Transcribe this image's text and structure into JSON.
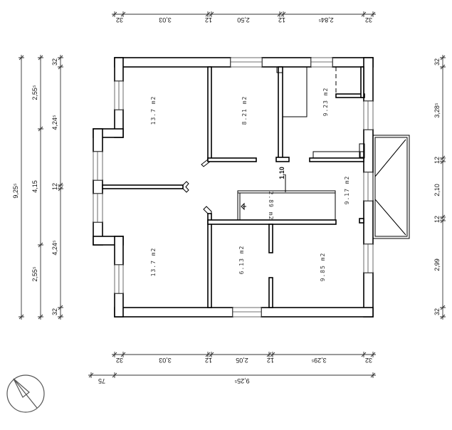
{
  "plan": {
    "rooms": [
      {
        "id": "room-nw",
        "area": "13.7 m2"
      },
      {
        "id": "room-n",
        "area": "8.21 m2"
      },
      {
        "id": "room-ne",
        "area": "9.23 m2"
      },
      {
        "id": "room-e",
        "area": "9.17 m2"
      },
      {
        "id": "room-stair",
        "area": "2.89 m2"
      },
      {
        "id": "room-sw",
        "area": "13.7 m2"
      },
      {
        "id": "room-s",
        "area": "6.13 m2"
      },
      {
        "id": "room-se",
        "area": "9.85 m2"
      }
    ],
    "corridor_width": "1,10"
  },
  "dimensions": {
    "top": [
      "32",
      "3,03",
      "12",
      "2,50",
      "12",
      "2,84⁵",
      "32"
    ],
    "bottom": [
      "32",
      "3,03",
      "12",
      "2,05",
      "12",
      "3,29⁵",
      "32"
    ],
    "bottom_total": [
      "75",
      "9,25⁵"
    ],
    "left_total": "9,25⁵",
    "left_middle": [
      "2,55⁵",
      "4,15",
      "2,55⁵"
    ],
    "left_inner": [
      "32",
      "4,24⁵",
      "12",
      "4,24⁵",
      "32"
    ],
    "right": [
      "32",
      "3,28⁵",
      "12",
      "2,10",
      "12",
      "2,99",
      "32"
    ]
  }
}
